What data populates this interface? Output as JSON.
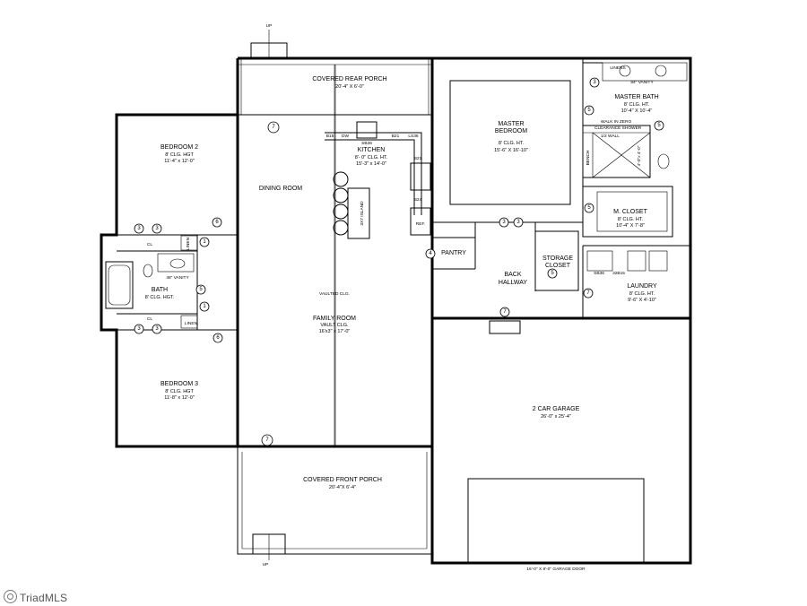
{
  "labels": {
    "rear_porch": {
      "name": "COVERED REAR PORCH",
      "dims": "20'-4\" X 6'-0\""
    },
    "front_porch": {
      "name": "COVERED FRONT PORCH",
      "dims": "20'-4\"X 6'-4\""
    },
    "bedroom2": {
      "name": "BEDROOM 2",
      "clg": "8' CLG. HGT",
      "dims": "11'-4\" x 12'-0\""
    },
    "bedroom3": {
      "name": "BEDROOM 3",
      "clg": "8' CLG. HGT",
      "dims": "11'-8\" x 12'-0\""
    },
    "bath": {
      "name": "BATH",
      "clg": "8' CLG. HGT."
    },
    "vanity48": "48\" VANITY",
    "linen": "LINEN",
    "linen_top": "LINEN",
    "cl_top": "CL",
    "cl_bottom": "CL",
    "dining": {
      "name": "DINING ROOM"
    },
    "kitchen": {
      "name": "KITCHEN",
      "clg": "8'- 0\" CLG. HT.",
      "dims": "15'-3\" x 14'-0\""
    },
    "island": "3X7 ISLAND",
    "cab": {
      "b15": "B15",
      "dw": "DW",
      "sb36": "SB36",
      "b21": "B21",
      "ls36": "LS36",
      "b21b": "B21",
      "b24": "B24",
      "ref": "REF."
    },
    "family": {
      "name": "FAMILY ROOM",
      "clg": "VAULT CLG.",
      "dims": "16'x3\" x 17'-0\""
    },
    "vaulted": "VAULTED CLG.",
    "master": {
      "name": "MASTER",
      "name2": "BEDROOM",
      "clg": "8' CLG. HT.",
      "dims": "15'-6\" X 16'-10\""
    },
    "master_bath": {
      "name": "MASTER BATH",
      "clg": "8' CLG. HT.",
      "dims": "10'-4\" X 10'-4\""
    },
    "vanity84": "84\" VANITY",
    "linens": "LINENS",
    "shower": {
      "line1": "WALK IN ZERO",
      "line2": "CLEARANCE SHOWER",
      "wall": "1/2 WALL",
      "bench": "BENCH",
      "size": "4'-0\"x 4'-0\""
    },
    "m_closet": {
      "name": "M. CLOSET",
      "clg": "8' CLG. HT.",
      "dims": "10'-4\" X 7'-8\""
    },
    "pantry": "PANTRY",
    "back_hallway": {
      "line1": "BACK",
      "line2": "HALLWAY"
    },
    "storage": {
      "line1": "STORAGE",
      "line2": "CLOSET"
    },
    "laundry": {
      "name": "LAUNDRY",
      "clg": "8' CLG. HT.",
      "dims": "9'-6\" X 4'-10\""
    },
    "laundry_cab": {
      "sb36": "SB36",
      "w": "32B15"
    },
    "garage": {
      "name": "2 CAR GARAGE",
      "dims": "26'-0\" x 25'-4\""
    },
    "garage_door": "16'-0\" X 8'-0\" GARAGE DOOR",
    "up_top": "UP",
    "up_bottom": "UP"
  },
  "door_tags": [
    "7",
    "3",
    "3",
    "3",
    "3",
    "6",
    "1",
    "5",
    "3",
    "3",
    "1",
    "6",
    "7",
    "4",
    "3",
    "3",
    "5",
    "5",
    "5",
    "7",
    "7",
    "5",
    "3"
  ],
  "watermark": "TriadMLS"
}
